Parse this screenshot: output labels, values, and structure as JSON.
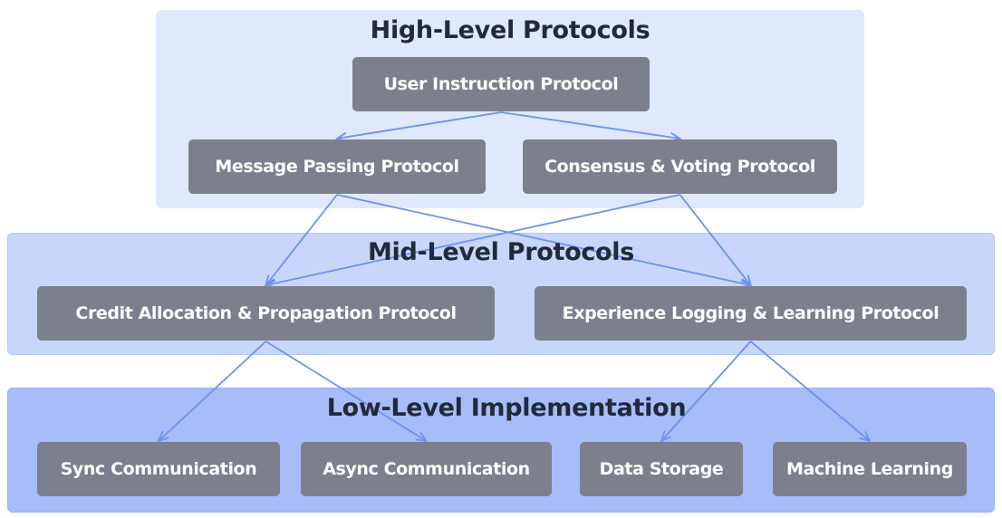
{
  "tiers": {
    "high": "High-Level Protocols",
    "mid": "Mid-Level Protocols",
    "low": "Low-Level Implementation"
  },
  "nodes": {
    "user_instruction": "User Instruction Protocol",
    "message_passing": "Message Passing Protocol",
    "consensus_voting": "Consensus & Voting Protocol",
    "credit_allocation": "Credit Allocation & Propagation Protocol",
    "experience_logging": "Experience Logging & Learning Protocol",
    "sync_communication": "Sync Communication",
    "async_communication": "Async Communication",
    "data_storage": "Data Storage",
    "machine_learning": "Machine Learning"
  },
  "edges": [
    [
      "user_instruction",
      "message_passing"
    ],
    [
      "user_instruction",
      "consensus_voting"
    ],
    [
      "message_passing",
      "credit_allocation"
    ],
    [
      "message_passing",
      "experience_logging"
    ],
    [
      "consensus_voting",
      "credit_allocation"
    ],
    [
      "consensus_voting",
      "experience_logging"
    ],
    [
      "credit_allocation",
      "sync_communication"
    ],
    [
      "credit_allocation",
      "async_communication"
    ],
    [
      "experience_logging",
      "data_storage"
    ],
    [
      "experience_logging",
      "machine_learning"
    ]
  ],
  "colors": {
    "node_fill": "#7b808c",
    "edge": "#6b93f0",
    "tier_high": "#e0e8fd",
    "tier_mid": "#c8d6fb",
    "tier_low": "#a7bdf9"
  }
}
